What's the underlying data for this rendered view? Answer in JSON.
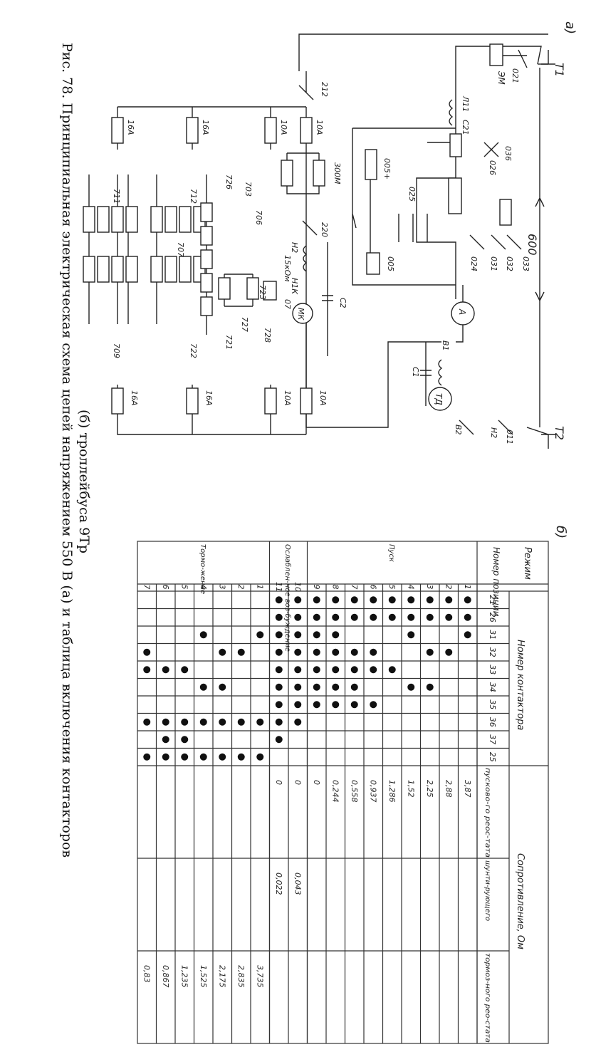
{
  "part_labels": {
    "a": "а)",
    "b": "б)"
  },
  "caption": {
    "line1": "Рис. 78. Принципиальная электрическая схема цепей напряжением 550 В (а) и таблица включения контакторов",
    "line2": "(б) троллейбуса 9Тр"
  },
  "schematic_labels": {
    "t1": "Т1",
    "t2": "Т2",
    "volt": "600",
    "em": "ЭМ",
    "d21": "021",
    "l11": "Л11",
    "c21": "C21",
    "d26": "026",
    "d36": "036",
    "d33": "033",
    "d32": "032",
    "d31": "031",
    "d24": "024",
    "d25": "025",
    "d005": "005",
    "d005p": "005+",
    "a_meter": "А",
    "b1": "В1",
    "b2": "В2",
    "h2": "Н2",
    "d011": "011",
    "c1": "С1",
    "td": "ТД",
    "d212": "212",
    "f10a": "10А",
    "f16a": "16А",
    "r300": "300М",
    "d220": "220",
    "r15": "15кОм",
    "h1k": "Н1К",
    "d07": "07",
    "c2": "С2",
    "mk": "МК",
    "d711": "711",
    "d712": "712",
    "d726": "726",
    "d703": "703",
    "d706": "706",
    "d707": "707",
    "d727": "727",
    "d723": "723",
    "d728": "728",
    "d709": "709",
    "d722": "722",
    "d721": "721"
  },
  "table": {
    "header_mode": "Режим",
    "header_position": "Номер позиции",
    "header_contactor": "Номер контактора",
    "header_resistance": "Сопротивление, Ом",
    "res_col_start": "пусково-го реос-тата",
    "res_col_shunt": "шунти-рующего",
    "res_col_brake": "тормоз-ного рео-стата",
    "contactors": [
      "21",
      "26",
      "31",
      "32",
      "33",
      "34",
      "35",
      "36",
      "37",
      "25"
    ],
    "groups": [
      {
        "name": "Пуск",
        "rows": [
          0,
          8
        ]
      },
      {
        "name": "Ослаблен-ное воз-буждение",
        "rows": [
          9,
          10
        ]
      },
      {
        "name": "Тормо-жение",
        "rows": [
          11,
          17
        ]
      }
    ],
    "rows": [
      {
        "pos": "1",
        "dots": [
          1,
          1,
          1,
          0,
          0,
          0,
          0,
          0,
          0,
          0
        ],
        "start": "3,87",
        "shunt": "",
        "brake": ""
      },
      {
        "pos": "2",
        "dots": [
          1,
          1,
          0,
          1,
          0,
          0,
          0,
          0,
          0,
          0
        ],
        "start": "2,88",
        "shunt": "",
        "brake": ""
      },
      {
        "pos": "3",
        "dots": [
          1,
          1,
          0,
          1,
          0,
          1,
          0,
          0,
          0,
          0
        ],
        "start": "2,25",
        "shunt": "",
        "brake": ""
      },
      {
        "pos": "4",
        "dots": [
          1,
          1,
          1,
          0,
          0,
          1,
          0,
          0,
          0,
          0
        ],
        "start": "1,52",
        "shunt": "",
        "brake": ""
      },
      {
        "pos": "5",
        "dots": [
          1,
          1,
          0,
          0,
          1,
          0,
          0,
          0,
          0,
          0
        ],
        "start": "1,286",
        "shunt": "",
        "brake": ""
      },
      {
        "pos": "6",
        "dots": [
          1,
          1,
          0,
          1,
          1,
          0,
          1,
          0,
          0,
          0
        ],
        "start": "0,937",
        "shunt": "",
        "brake": ""
      },
      {
        "pos": "7",
        "dots": [
          1,
          1,
          0,
          1,
          1,
          1,
          1,
          0,
          0,
          0
        ],
        "start": "0,558",
        "shunt": "",
        "brake": ""
      },
      {
        "pos": "8",
        "dots": [
          1,
          1,
          1,
          1,
          1,
          1,
          1,
          0,
          0,
          0
        ],
        "start": "0,244",
        "shunt": "",
        "brake": ""
      },
      {
        "pos": "9",
        "dots": [
          1,
          1,
          1,
          1,
          1,
          1,
          1,
          0,
          0,
          0
        ],
        "start": "0",
        "shunt": "",
        "brake": ""
      },
      {
        "pos": "10",
        "dots": [
          1,
          1,
          1,
          1,
          1,
          1,
          1,
          1,
          0,
          0
        ],
        "start": "0",
        "shunt": "0,043",
        "brake": ""
      },
      {
        "pos": "11",
        "dots": [
          1,
          1,
          1,
          1,
          1,
          1,
          1,
          1,
          1,
          0
        ],
        "start": "0",
        "shunt": "0,022",
        "brake": ""
      },
      {
        "pos": "1",
        "dots": [
          0,
          0,
          1,
          0,
          0,
          0,
          0,
          1,
          0,
          1
        ],
        "start": "",
        "shunt": "",
        "brake": "3,735"
      },
      {
        "pos": "2",
        "dots": [
          0,
          0,
          0,
          1,
          0,
          0,
          0,
          1,
          0,
          1
        ],
        "start": "",
        "shunt": "",
        "brake": "2,835"
      },
      {
        "pos": "3",
        "dots": [
          0,
          0,
          0,
          1,
          0,
          1,
          0,
          1,
          0,
          1
        ],
        "start": "",
        "shunt": "",
        "brake": "2,175"
      },
      {
        "pos": "4",
        "dots": [
          0,
          0,
          1,
          0,
          0,
          1,
          0,
          1,
          0,
          1
        ],
        "start": "",
        "shunt": "",
        "brake": "1,525"
      },
      {
        "pos": "5",
        "dots": [
          0,
          0,
          0,
          0,
          1,
          0,
          0,
          1,
          1,
          1
        ],
        "start": "",
        "shunt": "",
        "brake": "1,235"
      },
      {
        "pos": "6",
        "dots": [
          0,
          0,
          0,
          0,
          1,
          0,
          0,
          1,
          1,
          1
        ],
        "start": "",
        "shunt": "",
        "brake": "0,867"
      },
      {
        "pos": "7",
        "dots": [
          0,
          0,
          0,
          1,
          1,
          0,
          0,
          1,
          0,
          1
        ],
        "start": "",
        "shunt": "",
        "brake": "0,83"
      }
    ]
  }
}
